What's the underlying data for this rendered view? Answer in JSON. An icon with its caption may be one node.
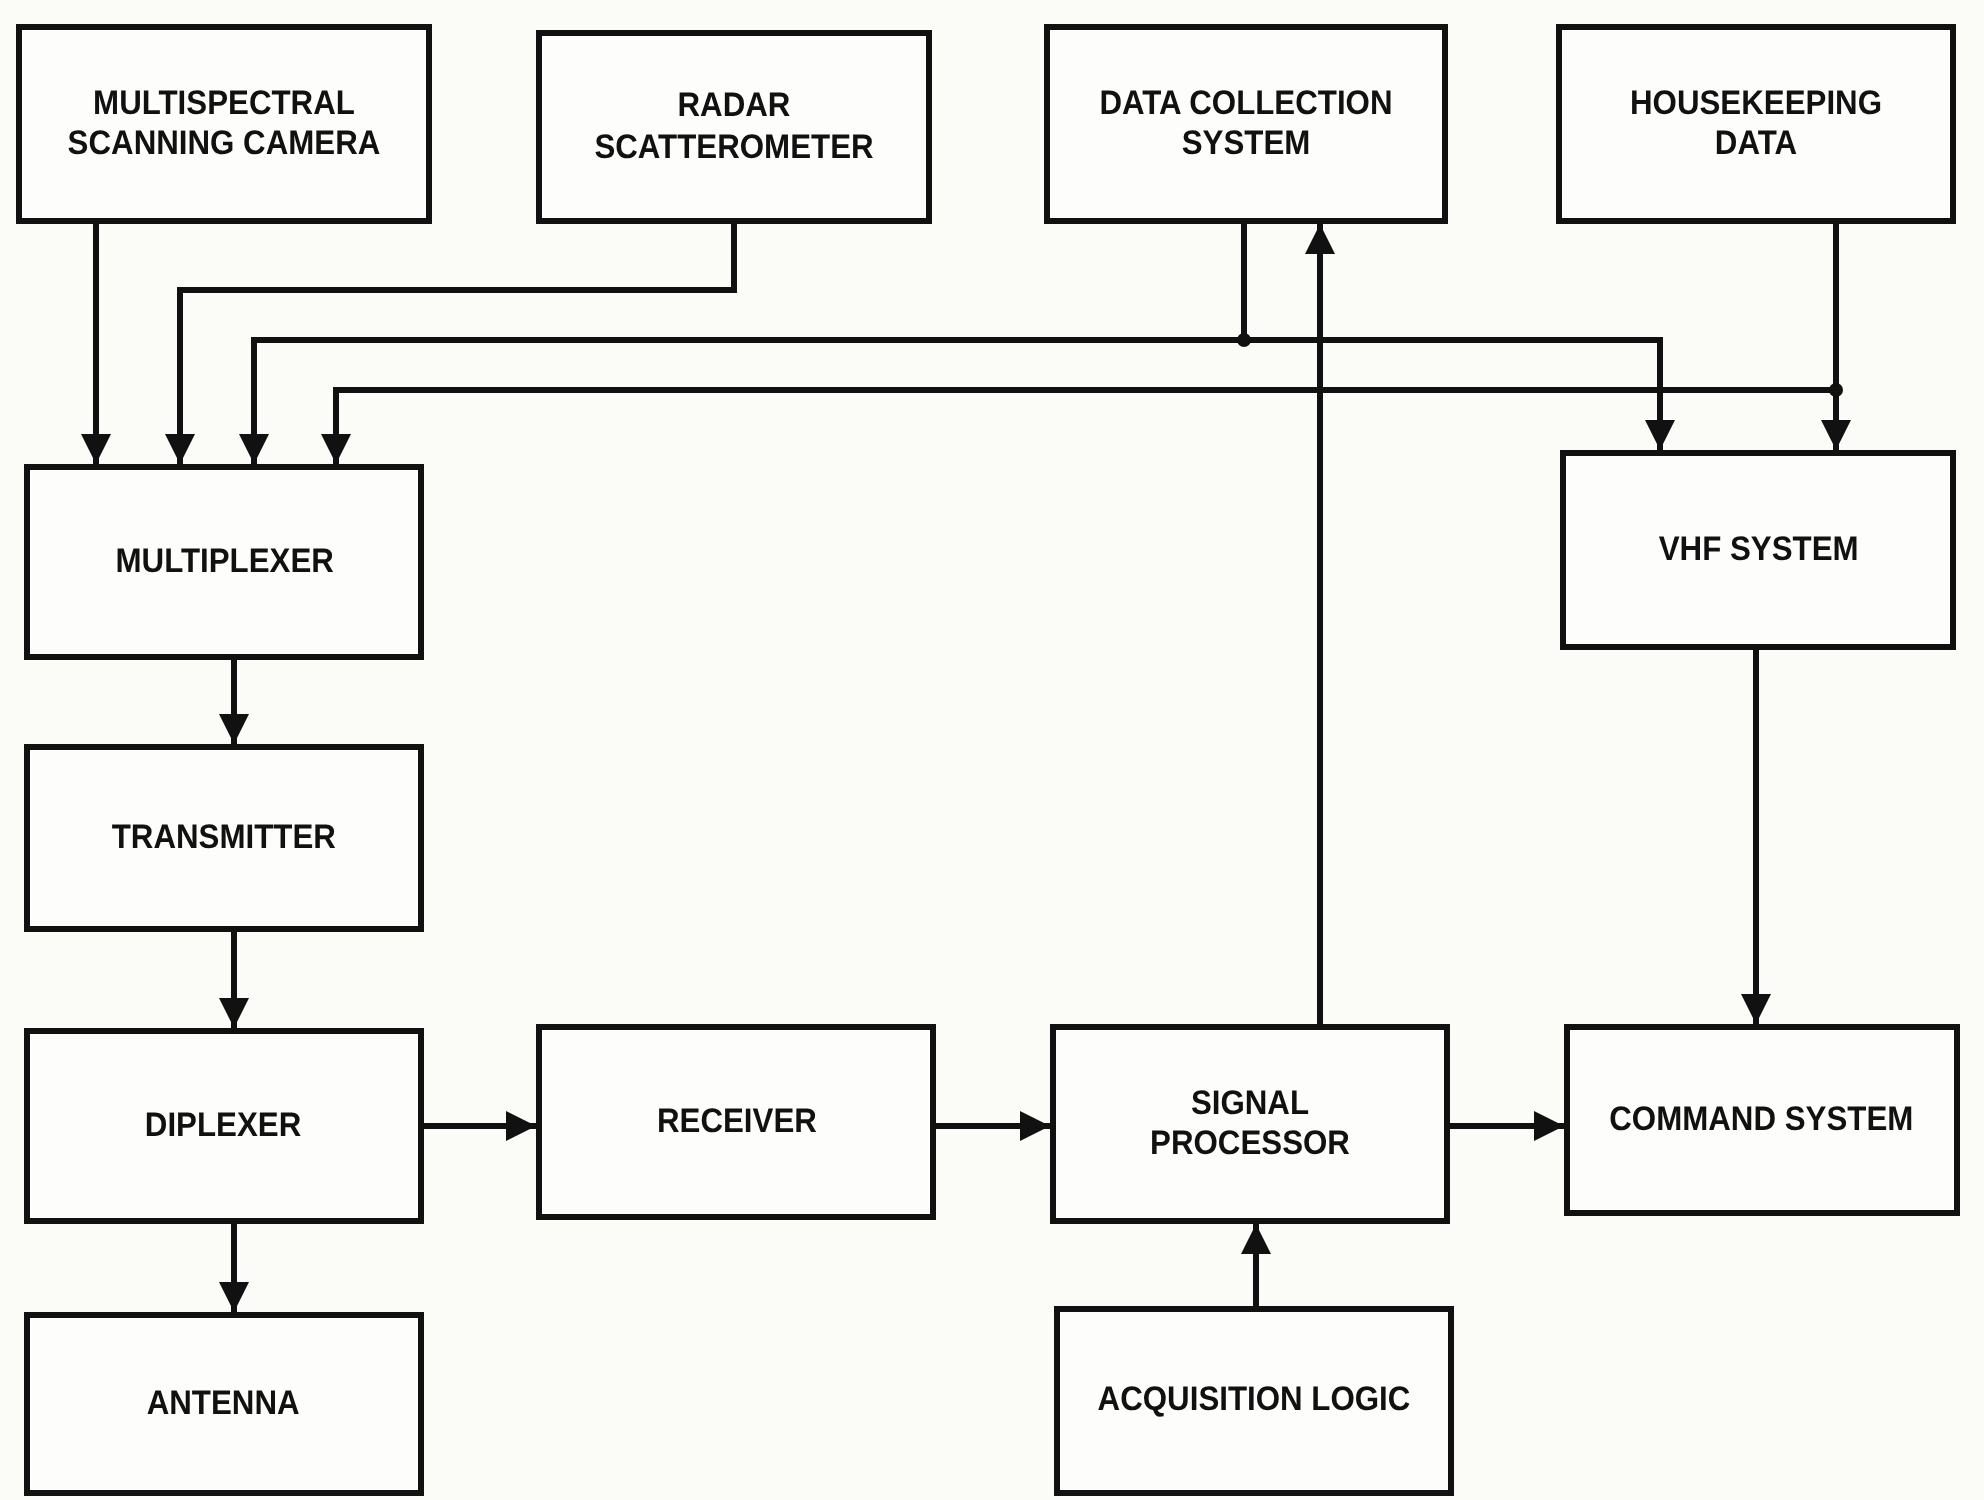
{
  "diagram": {
    "nodes": [
      {
        "text": [
          "MULTISPECTRAL SCANNING CAMERA"
        ]
      },
      {
        "text": [
          "RADAR SCATTEROMETER"
        ]
      },
      {
        "text": [
          "DATA COLLECTION SYSTEM"
        ]
      },
      {
        "text": [
          "HOUSEKEEPING DATA"
        ]
      },
      {
        "text": [
          "MULTIPLEXER"
        ]
      },
      {
        "text": [
          "VHF SYSTEM"
        ]
      },
      {
        "text": [
          "TRANSMITTER"
        ]
      },
      {
        "text": [
          "DIPLEXER"
        ]
      },
      {
        "text": [
          "RECEIVER"
        ]
      },
      {
        "text": [
          "SIGNAL PROCESSOR"
        ]
      },
      {
        "text": [
          "COMMAND SYSTEM"
        ]
      },
      {
        "text": [
          "ANTENNA"
        ]
      },
      {
        "text": [
          "ACQUISITION LOGIC"
        ]
      }
    ],
    "edges": [
      {
        "from": 0,
        "to": 4,
        "arrow": "to"
      },
      {
        "from": 1,
        "to": 4,
        "arrow": "to"
      },
      {
        "from": 2,
        "to": 4,
        "arrow": "to"
      },
      {
        "from": 2,
        "to": 5,
        "arrow": "to"
      },
      {
        "from": 3,
        "to": 4,
        "arrow": "to"
      },
      {
        "from": 3,
        "to": 5,
        "arrow": "to"
      },
      {
        "from": 4,
        "to": 6,
        "arrow": "to"
      },
      {
        "from": 6,
        "to": 7,
        "arrow": "to"
      },
      {
        "from": 7,
        "to": 11,
        "arrow": "to"
      },
      {
        "from": 7,
        "to": 8,
        "arrow": "to"
      },
      {
        "from": 8,
        "to": 9,
        "arrow": "to"
      },
      {
        "from": 9,
        "to": 10,
        "arrow": "to"
      },
      {
        "from": 9,
        "to": 2,
        "arrow": "to"
      },
      {
        "from": 12,
        "to": 9,
        "arrow": "to"
      },
      {
        "from": 5,
        "to": 10,
        "arrow": "to"
      }
    ]
  }
}
